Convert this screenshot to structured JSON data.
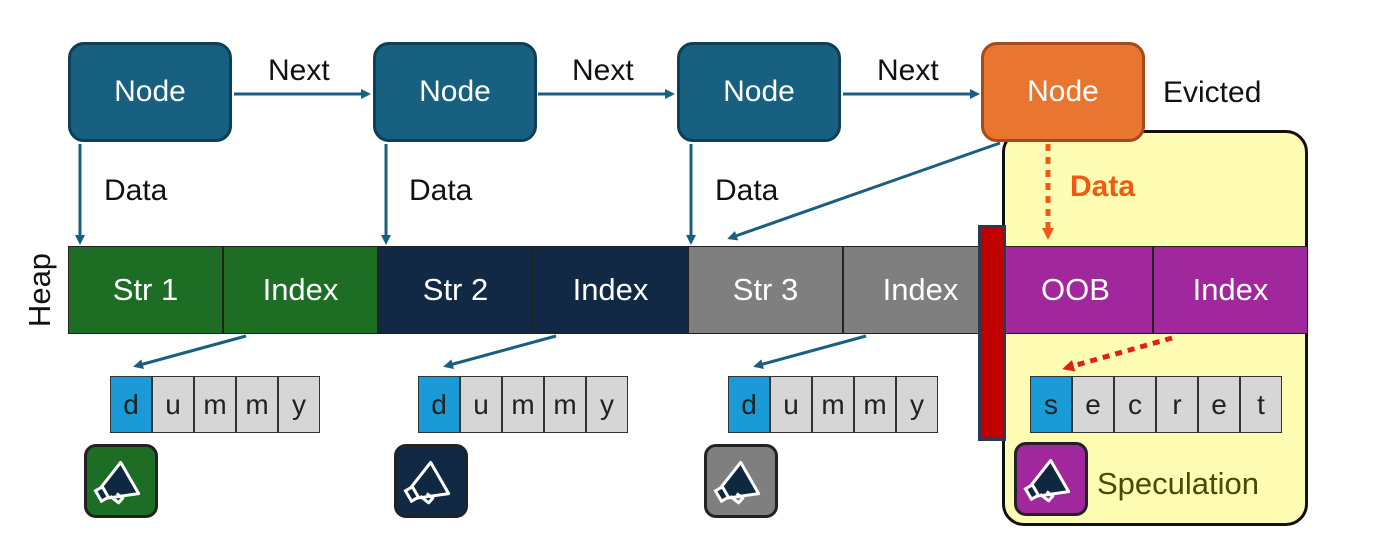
{
  "nodes": [
    {
      "label": "Node"
    },
    {
      "label": "Node"
    },
    {
      "label": "Node"
    },
    {
      "label": "Node",
      "evicted": true
    }
  ],
  "next_label": "Next",
  "data_label": "Data",
  "evicted_label": "Evicted",
  "heap_label": "Heap",
  "heap": [
    {
      "label": "Str 1",
      "color": "#1d6d24"
    },
    {
      "label": "Index",
      "color": "#1d6d24"
    },
    {
      "label": "Str 2",
      "color": "#112944"
    },
    {
      "label": "Index",
      "color": "#112944"
    },
    {
      "label": "Str 3",
      "color": "#7f7f7f"
    },
    {
      "label": "Index",
      "color": "#7f7f7f"
    },
    {
      "label": "OOB",
      "color": "#a0289c"
    },
    {
      "label": "Index",
      "color": "#a0289c"
    }
  ],
  "strings": [
    {
      "chars": [
        "d",
        "u",
        "m",
        "m",
        "y"
      ]
    },
    {
      "chars": [
        "d",
        "u",
        "m",
        "m",
        "y"
      ]
    },
    {
      "chars": [
        "d",
        "u",
        "m",
        "m",
        "y"
      ]
    },
    {
      "chars": [
        "s",
        "e",
        "c",
        "r",
        "e",
        "t"
      ]
    }
  ],
  "speculation_label": "Speculation",
  "colors": {
    "node": "#17607f",
    "evicted": "#e87530",
    "arrow": "#1b5f80",
    "speculative_arrow": "#f05a14",
    "secret_arrow": "#e0201a",
    "speculation_bg": "#fffdb4",
    "barrier": "#c00000"
  },
  "megaphones": [
    {
      "color": "#1d6d24",
      "icon": "megaphone-icon"
    },
    {
      "color": "#112944",
      "icon": "megaphone-icon"
    },
    {
      "color": "#7f7f7f",
      "icon": "megaphone-icon"
    },
    {
      "color": "#a0289c",
      "icon": "megaphone-icon"
    }
  ]
}
